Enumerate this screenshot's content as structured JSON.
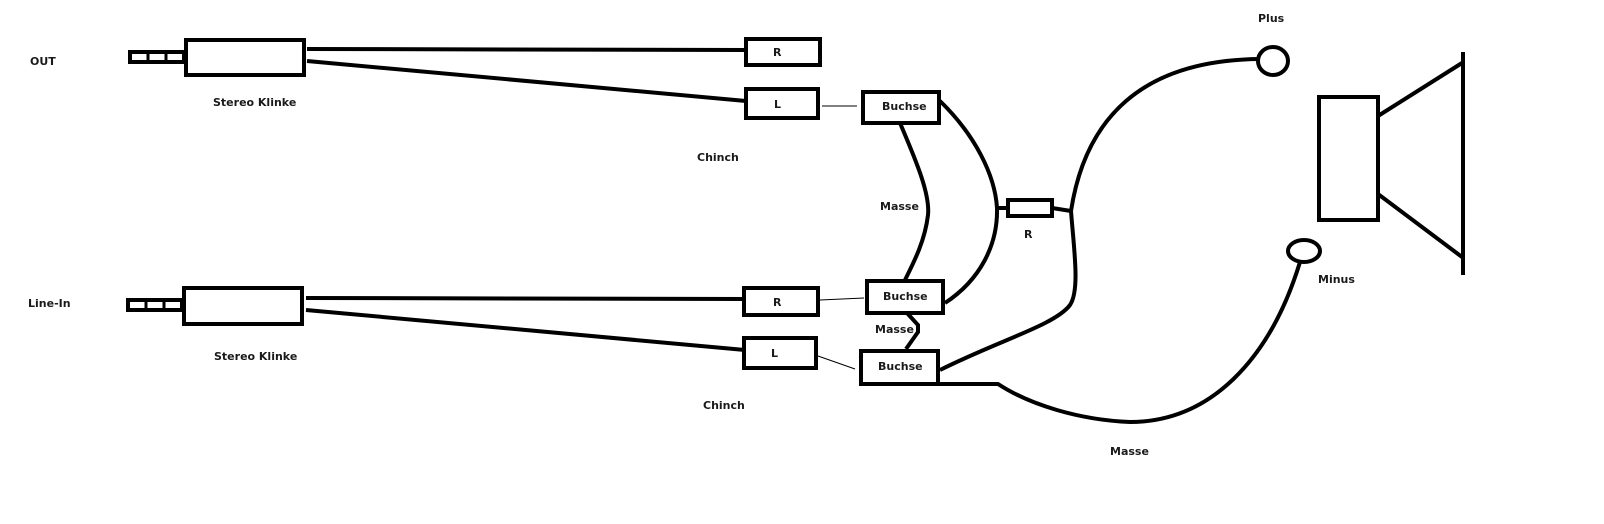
{
  "diagram": {
    "title": "Stereo-Klinke auf Chinch zu Lautsprecher Verkabelung",
    "labels": {
      "out": "OUT",
      "line_in": "Line-In",
      "stereo_klinke_top": "Stereo Klinke",
      "stereo_klinke_bottom": "Stereo Klinke",
      "chinch_top": "Chinch",
      "chinch_bottom": "Chinch",
      "masse_1": "Masse",
      "masse_2": "Masse",
      "masse_3": "Masse",
      "resistor": "R",
      "plus": "Plus",
      "minus": "Minus"
    },
    "boxes": {
      "cinch_out_r": "R",
      "cinch_out_l": "L",
      "cinch_in_r": "R",
      "cinch_in_l": "L",
      "buchse_1": "Buchse",
      "buchse_2": "Buchse",
      "buchse_3": "Buchse"
    }
  }
}
